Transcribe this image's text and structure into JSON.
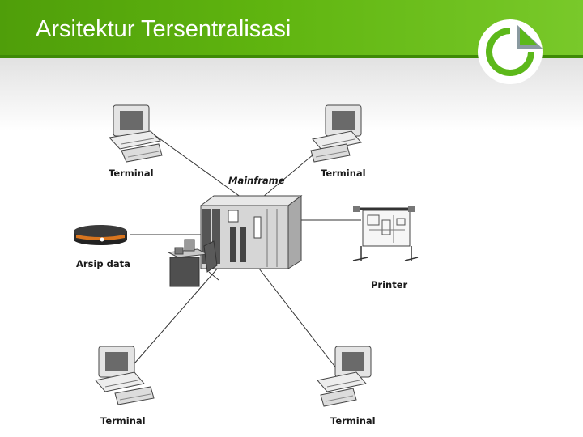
{
  "header": {
    "title": "Arsitektur Tersentralisasi"
  },
  "icons": {
    "logo": "pie-chart-logo-icon"
  },
  "diagram": {
    "mainframe_label": "Mainframe",
    "nodes": {
      "terminal_top_left": "Terminal",
      "terminal_top_right": "Terminal",
      "archive": "Arsip data",
      "printer": "Printer",
      "terminal_bottom_left": "Terminal",
      "terminal_bottom_right": "Terminal"
    }
  },
  "colors": {
    "header_green": "#5fb40f",
    "logo_green": "#5cb81a"
  }
}
